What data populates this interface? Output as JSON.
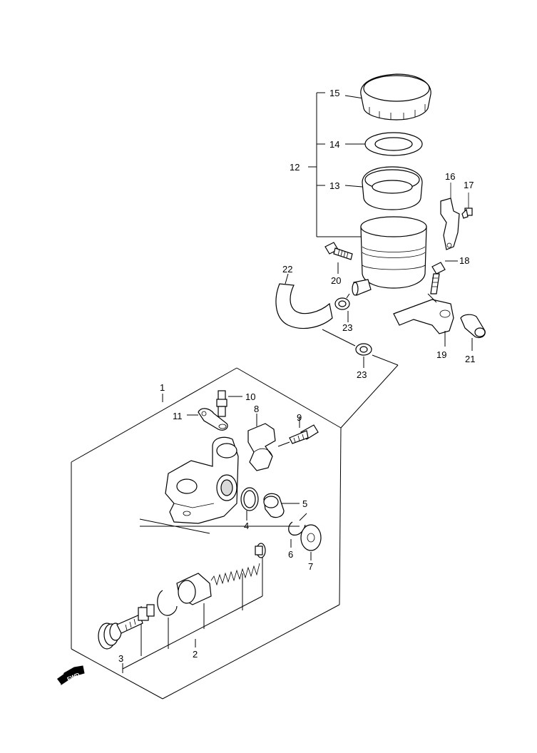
{
  "callouts": {
    "c1": "1",
    "c2": "2",
    "c3": "3",
    "c4": "4",
    "c5": "5",
    "c6": "6",
    "c7": "7",
    "c8": "8",
    "c9": "9",
    "c10": "10",
    "c11": "11",
    "c12": "12",
    "c13": "13",
    "c14": "14",
    "c15": "15",
    "c16": "16",
    "c17": "17",
    "c18": "18",
    "c19": "19",
    "c20": "20",
    "c21": "21",
    "c22": "22",
    "c23a": "23",
    "c23b": "23"
  },
  "direction_badge": "FWD"
}
